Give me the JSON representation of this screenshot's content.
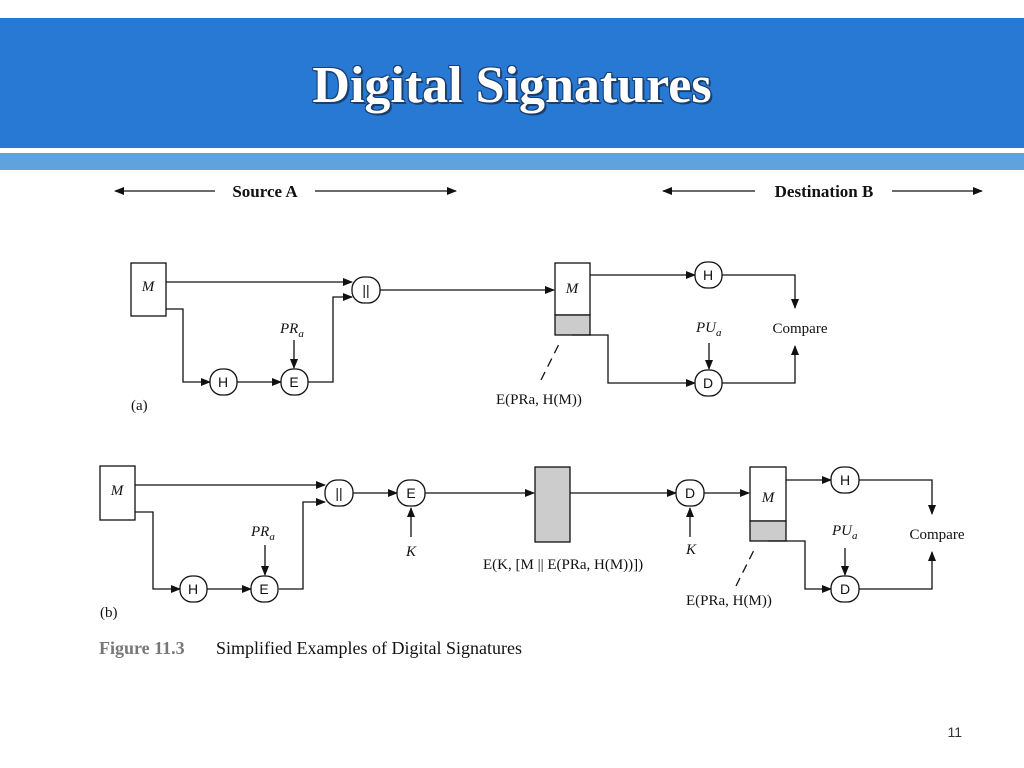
{
  "slide": {
    "title": "Digital Signatures",
    "page_number": "11"
  },
  "figure": {
    "source_label": "Source A",
    "dest_label": "Destination B",
    "caption_number": "Figure 11.3",
    "caption_text": "Simplified Examples of Digital Signatures",
    "part_a": "(a)",
    "part_b": "(b)",
    "message": "M",
    "hash": "H",
    "encrypt": "E",
    "decrypt": "D",
    "concat": "||",
    "compare": "Compare",
    "key_symbol": "K",
    "private_key": "PR",
    "public_key": "PU",
    "key_subscript": "a",
    "sig_label": "E(PRa, H(M))",
    "cipher_label": "E(K, [M || E(PRa, H(M))])"
  }
}
